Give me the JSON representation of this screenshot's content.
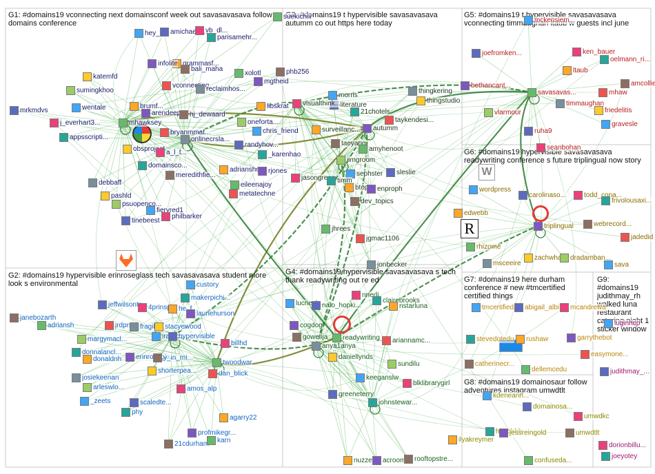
{
  "colors": {
    "edge": "#4caf50",
    "edge_dark": "#2e7d32",
    "edge_olive": "#6b7a1a",
    "frame": "#c8c8c8",
    "g1": "#1b1b6b",
    "g2": "#1565c0",
    "g3": "#1b3a1b",
    "g4": "#1b5e20",
    "g5": "#b71c1c",
    "g6": "#8a6d00",
    "g7": "#b8860b",
    "g8": "#8a8a00",
    "g9": "#9c1b6e"
  },
  "groups": [
    {
      "id": "G1",
      "title": "G1: #domains19 vconnecting next domainsconf week out savasavasava follow domains conference"
    },
    {
      "id": "G2",
      "title": "G2: #domains19 hypervisible erinroseglass tech savasavasava student more look s environmental"
    },
    {
      "id": "G3",
      "title": "G3: #domains19 t hypervisible savasavasava autumm co out https here today"
    },
    {
      "id": "G4",
      "title": "G4: #domains19 hypervisible savasavasava s tech thank readywriting out re ed"
    },
    {
      "id": "G5",
      "title": "G5: #domains19 t hypervisible savasavasava vconnecting timmaughan ltaub w guests incl june"
    },
    {
      "id": "G6",
      "title": "G6: #domains19 hypervisible savasavasava readywriting conference s future triplingual now story"
    },
    {
      "id": "G7",
      "title": "G7: #domains19 here durham conference # new #tmcertified certified things"
    },
    {
      "id": "G8",
      "title": "G8: #domains19 domainosaur follow adventures instagram umwdtlt"
    },
    {
      "id": "G9",
      "title": "G9: #domains19 judithmay_rh walked luna restaurant catering night 1 sticker window"
    }
  ],
  "nodes": {
    "g1": [
      "hey_km",
      "amichaelb...",
      "vb_dl...",
      "parisamehr...",
      "grammasf...",
      "infolite",
      "bali_maha",
      "xolotl",
      "vconnecting",
      "reclaimhos...",
      "katemfd",
      "sumingkhoo",
      "wentale",
      "mrkmdvs",
      "j_everhart3...",
      "appsscripti...",
      "brumf...",
      "arendeep...",
      "hj_dewaard",
      "mhawksey",
      "bryanmmat...",
      "onlinecrsla...",
      "obsproject",
      "oneforta...",
      "chris_friend",
      "randyhov...",
      "a_l_t...",
      "domainsco...",
      "adrianshort",
      "rjones",
      "meredithfie...",
      "eileenajoy",
      "metatechne",
      "debbaff",
      "pashld",
      "psuopenco...",
      "fieryred1",
      "tinebeest",
      "philbarker",
      "_karenhao",
      "libskrat",
      "mgtheid",
      "phb256",
      "suekichiii"
    ],
    "g2": [
      "custory",
      "jeffwilsonte...",
      "4prinsp",
      "makerpichi...",
      "he_f...",
      "lauriehurson",
      "janebozarth",
      "adriansh",
      "jrdprr",
      "fragilel",
      "stacyewood",
      "margymacl...",
      "iramc",
      "hypervisible",
      "billhd",
      "donnalancl...",
      "donaldnh",
      "erinrosegla...",
      "y_in_mi...",
      "twoodwar",
      "dan_blick",
      "josiekeenan",
      "shorterpea...",
      "arleswlo...",
      "_zeets",
      "scaledte...",
      "amos_alp",
      "phy",
      "agarry22",
      "profmikegr...",
      "21cdurham",
      "karn"
    ],
    "g3": [
      "morris",
      "literature",
      "visualthink...",
      "21chotels",
      "surveillanc...",
      "autumm",
      "taeyang",
      "amyhenoot",
      "taykendesi...",
      "thingkering",
      "thingstudio",
      "jimgroom",
      "sephster",
      "sleslie",
      "jasongreen",
      "timm",
      "btopro",
      "enproph",
      "dev_topics",
      "jhrees",
      "jgmac1106",
      "jonbecker"
    ],
    "g4": [
      "lucriesh...",
      "nalo_hopki...",
      "nnedi",
      "clairebrooks",
      "nstarluna",
      "cogdog",
      "gowellja",
      "readywriting",
      "ariannamc...",
      "anya1anya",
      "daniellynds",
      "sundilu",
      "keeganslw",
      "greeneterry",
      "blklibrarygirl",
      "johnstewar...",
      "nuzzel",
      "acroom",
      "rooftopstre..."
    ],
    "g5": [
      "mckensiem...",
      "joefromken...",
      "ken_bauer",
      "oelmann_ri...",
      "ltaub",
      "bethancant...",
      "amcollier",
      "savasavas...",
      "mhaw",
      "timmaughan",
      "friedelitis",
      "vlarmour",
      "gravesle",
      "ruha9",
      "seanbohan"
    ],
    "g6": [
      "wordpress",
      "carolinaso...",
      "todd_cona...",
      "frivolousaxi...",
      "edwebb",
      "triplingual",
      "webrecord...",
      "rhizome",
      "jadedid",
      "msceeire",
      "zachwhaler",
      "dradamban...",
      "sava"
    ],
    "g7": [
      "tmcertified",
      "abigail_albi...",
      "mcandrewa",
      "stevedotedu",
      "rushaw",
      "garrythebot",
      "catherinecr...",
      "dellemcedu",
      "easymone..."
    ],
    "g8": [
      "kdenearin...",
      "domainosa...",
      "umwdkc",
      "heyohhh",
      "ilyakreymer",
      "jessreingold",
      "umwdtlt",
      "confuseda..."
    ],
    "g9": [
      "luginhcp",
      "judithmay_...",
      "dorionbillu...",
      "joeyotey"
    ]
  }
}
